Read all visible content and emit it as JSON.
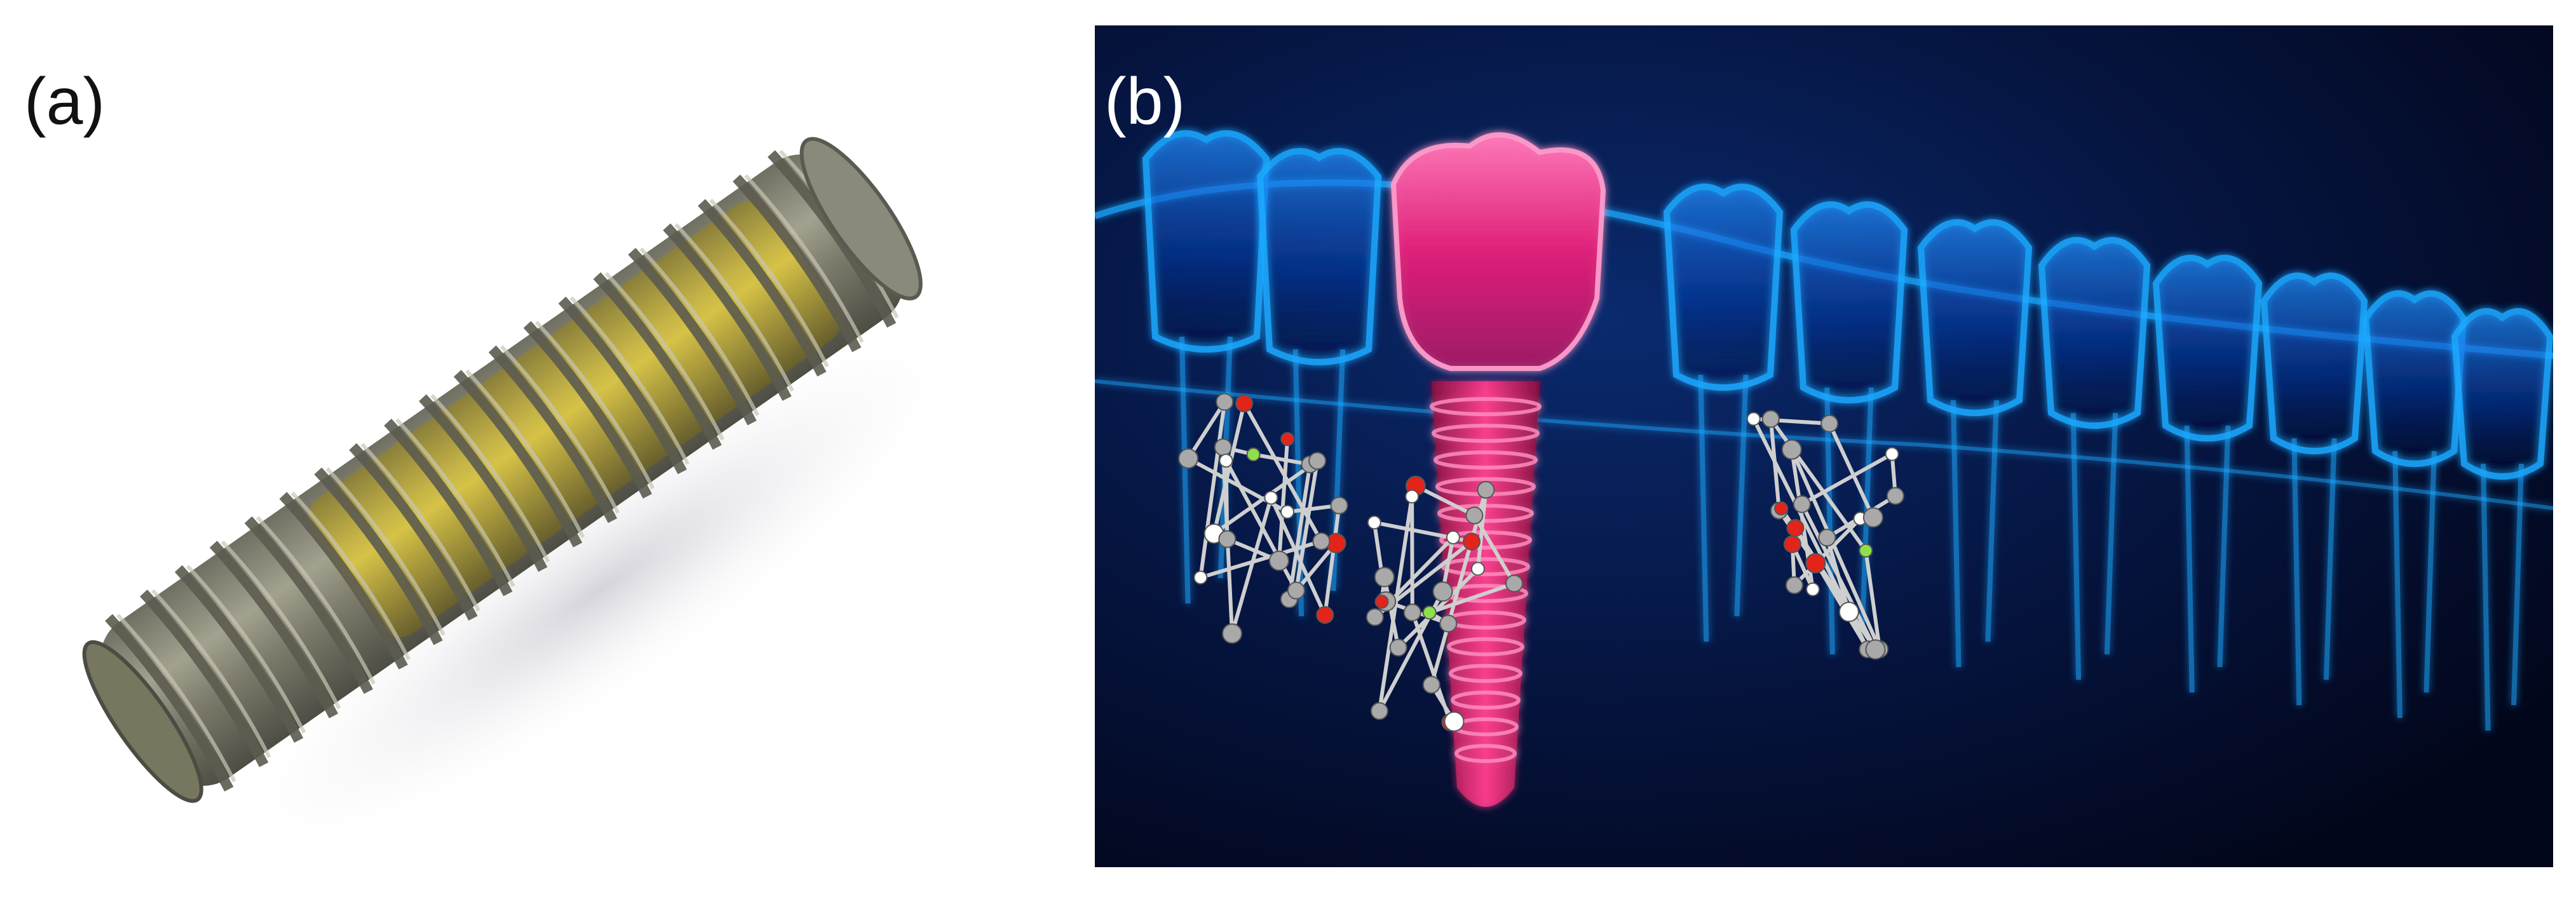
{
  "figure": {
    "panels": [
      {
        "label": "(a)",
        "content": "dental-implant-screw-photo"
      },
      {
        "label": "(b)",
        "content": "dental-implant-xray-illustration"
      }
    ],
    "colors": {
      "background": "#ffffff",
      "screw_metal": "#8c8c7a",
      "screw_coating": "#d9c23a",
      "xray_blue": "#1aa8ff",
      "implant_pink": "#ff2f86",
      "panel_b_background": "#03091f",
      "atom_carbon": "#a9a9a9",
      "atom_hydrogen": "#ffffff",
      "atom_oxygen": "#e3241b",
      "atom_fluorine": "#8ee04a"
    }
  }
}
